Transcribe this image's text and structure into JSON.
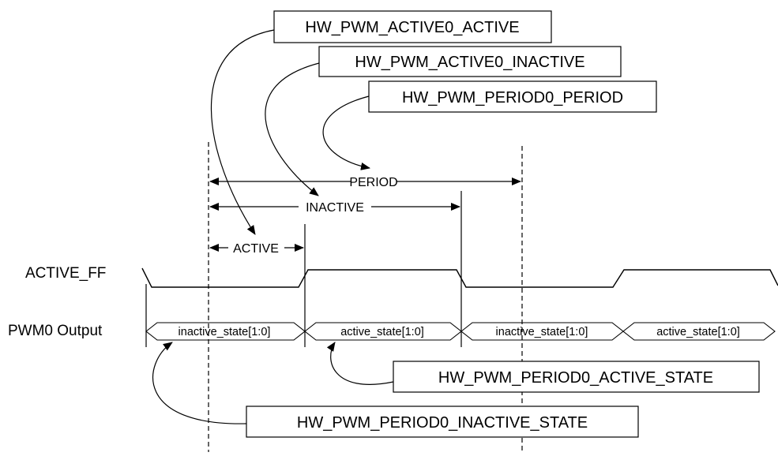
{
  "registers": {
    "active": "HW_PWM_ACTIVE0_ACTIVE",
    "inactive": "HW_PWM_ACTIVE0_INACTIVE",
    "period": "HW_PWM_PERIOD0_PERIOD",
    "active_state": "HW_PWM_PERIOD0_ACTIVE_STATE",
    "inactive_state": "HW_PWM_PERIOD0_INACTIVE_STATE"
  },
  "dimensions": {
    "period": "PERIOD",
    "inactive": "INACTIVE",
    "active": "ACTIVE"
  },
  "signals": {
    "active_ff": "ACTIVE_FF",
    "pwm_output": "PWM0 Output"
  },
  "bus_segments": [
    "inactive_state[1:0]",
    "active_state[1:0]",
    "inactive_state[1:0]",
    "active_state[1:0]"
  ],
  "colors": {
    "line": "#000000",
    "background": "#ffffff"
  }
}
